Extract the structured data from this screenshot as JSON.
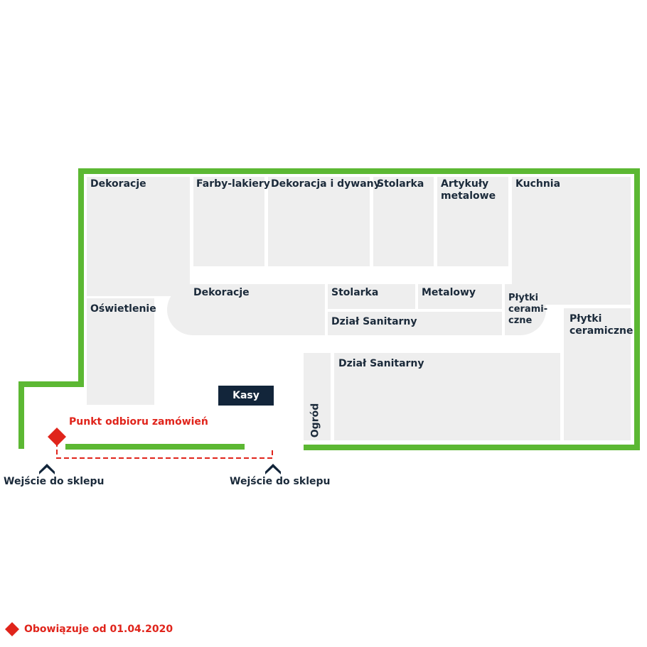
{
  "departments": {
    "dekoracje_top": "Dekoracje",
    "farby": "Farby-lakiery",
    "dekoracja_dywany": "Dekoracja i dywany",
    "stolarka_top": "Stolarka",
    "artykuly": "Artykuły\nmetalowe",
    "kuchnia": "Kuchnia",
    "oswietlenie": "Oświetlenie",
    "dekoracje_inner": "Dekoracje",
    "stolarka_inner": "Stolarka",
    "metalowy": "Metalowy",
    "plytki_inner": "Płytki\nceramі-\nczne",
    "plytki_right": "Płytki\nceramiczne",
    "dzial_sanitarny_inner": "Dział Sanitarny",
    "dzial_sanitarny_main": "Dział Sanitarny",
    "ogrod": "Ogród",
    "kasy": "Kasy"
  },
  "pickup_point": "Punkt odbioru zamówień",
  "entrances": [
    "Wejście do sklepu",
    "Wejście do sklepu"
  ],
  "legend": {
    "text": "Obowiązuje od 01.04.2020"
  },
  "colors": {
    "wall": "#5cb833",
    "block": "#eeeeee",
    "text": "#1b2a3a",
    "accent": "#e0241b",
    "kasy": "#12253a"
  }
}
